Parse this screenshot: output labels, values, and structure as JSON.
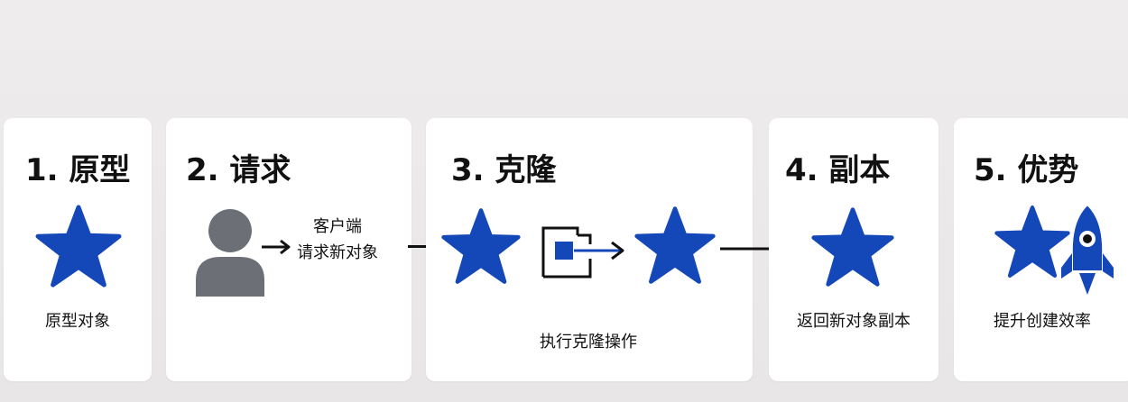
{
  "colors": {
    "star": "#1447b8",
    "person": "#6c6f75",
    "arrow": "#111111",
    "copy_arrow": "#1447b8"
  },
  "steps": [
    {
      "title": "1. 原型",
      "caption": "原型对象"
    },
    {
      "title": "2. 请求",
      "request_line1": "客户端",
      "request_line2": "请求新对象"
    },
    {
      "title": "3. 克隆",
      "caption": "执行克隆操作"
    },
    {
      "title": "4. 副本",
      "caption": "返回新对象副本"
    },
    {
      "title": "5. 优势",
      "caption": "提升创建效率"
    }
  ],
  "icons": [
    "star-icon",
    "person-icon",
    "copy-icon",
    "rocket-icon"
  ]
}
